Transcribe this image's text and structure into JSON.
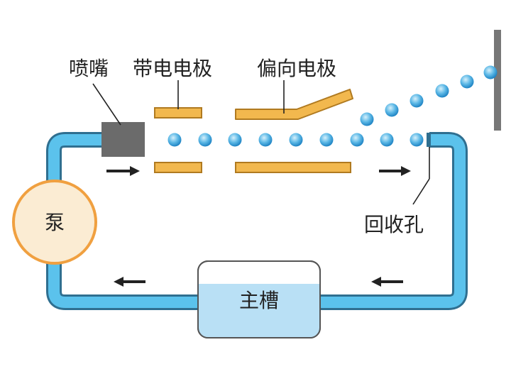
{
  "labels": {
    "nozzle": "喷嘴",
    "charged_electrode": "带电电极",
    "deflection_electrode": "偏向电极",
    "pump": "泵",
    "recovery_hole": "回收孔",
    "main_tank": "主槽"
  },
  "colors": {
    "pipe_fill": "#5bc2ec",
    "pipe_stroke": "#2f6f90",
    "electrode_fill": "#f2b84e",
    "electrode_stroke": "#b07a20",
    "pump_fill": "#fbecd3",
    "pump_stroke": "#f0a040",
    "nozzle": "#6b6b6b",
    "tank_water": "#b9e0f5",
    "droplet": "#3aa0dc",
    "arrow": "#222222",
    "plate": "#777777"
  },
  "icons": [
    "droplet-icon",
    "flow-arrow-icon"
  ]
}
